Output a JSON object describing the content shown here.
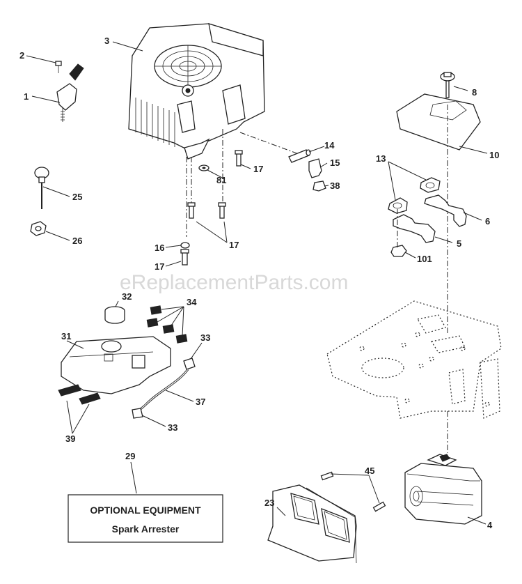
{
  "watermark": "eReplacementParts.com",
  "optional_box": {
    "title": "OPTIONAL EQUIPMENT",
    "subtitle": "Spark Arrester"
  },
  "callouts": {
    "c1": "1",
    "c2": "2",
    "c3": "3",
    "c4": "4",
    "c5": "5",
    "c6": "6",
    "c8": "8",
    "c10": "10",
    "c13": "13",
    "c14": "14",
    "c15": "15",
    "c16": "16",
    "c17a": "17",
    "c17b": "17",
    "c17c": "17",
    "c23": "23",
    "c25": "25",
    "c26": "26",
    "c29": "29",
    "c31": "31",
    "c32": "32",
    "c33a": "33",
    "c33b": "33",
    "c34": "34",
    "c37": "37",
    "c38": "38",
    "c39": "39",
    "c45": "45",
    "c81": "81",
    "c101": "101"
  }
}
